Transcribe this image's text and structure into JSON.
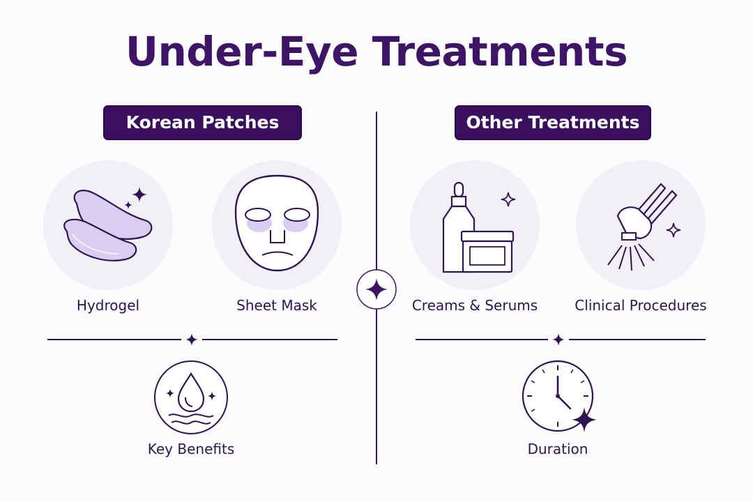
{
  "title": "Under-Eye Treatments",
  "left": {
    "header": "Korean Patches",
    "items": [
      {
        "label": "Hydrogel",
        "icon": "hydrogel-patch-icon"
      },
      {
        "label": "Sheet Mask",
        "icon": "sheet-mask-icon"
      }
    ],
    "bottom": {
      "label": "Key Benefits",
      "icon": "water-drop-icon"
    }
  },
  "right": {
    "header": "Other Treatments",
    "items": [
      {
        "label": "Creams & Serums",
        "icon": "cream-bottle-icon"
      },
      {
        "label": "Clinical Procedures",
        "icon": "clinical-device-icon"
      }
    ],
    "bottom": {
      "label": "Duration",
      "icon": "clock-icon"
    }
  },
  "colors": {
    "primary": "#3a0f5e",
    "lavender": "#d9cdf0",
    "circle_bg": "#f3eff7",
    "ink": "#2e1450"
  }
}
